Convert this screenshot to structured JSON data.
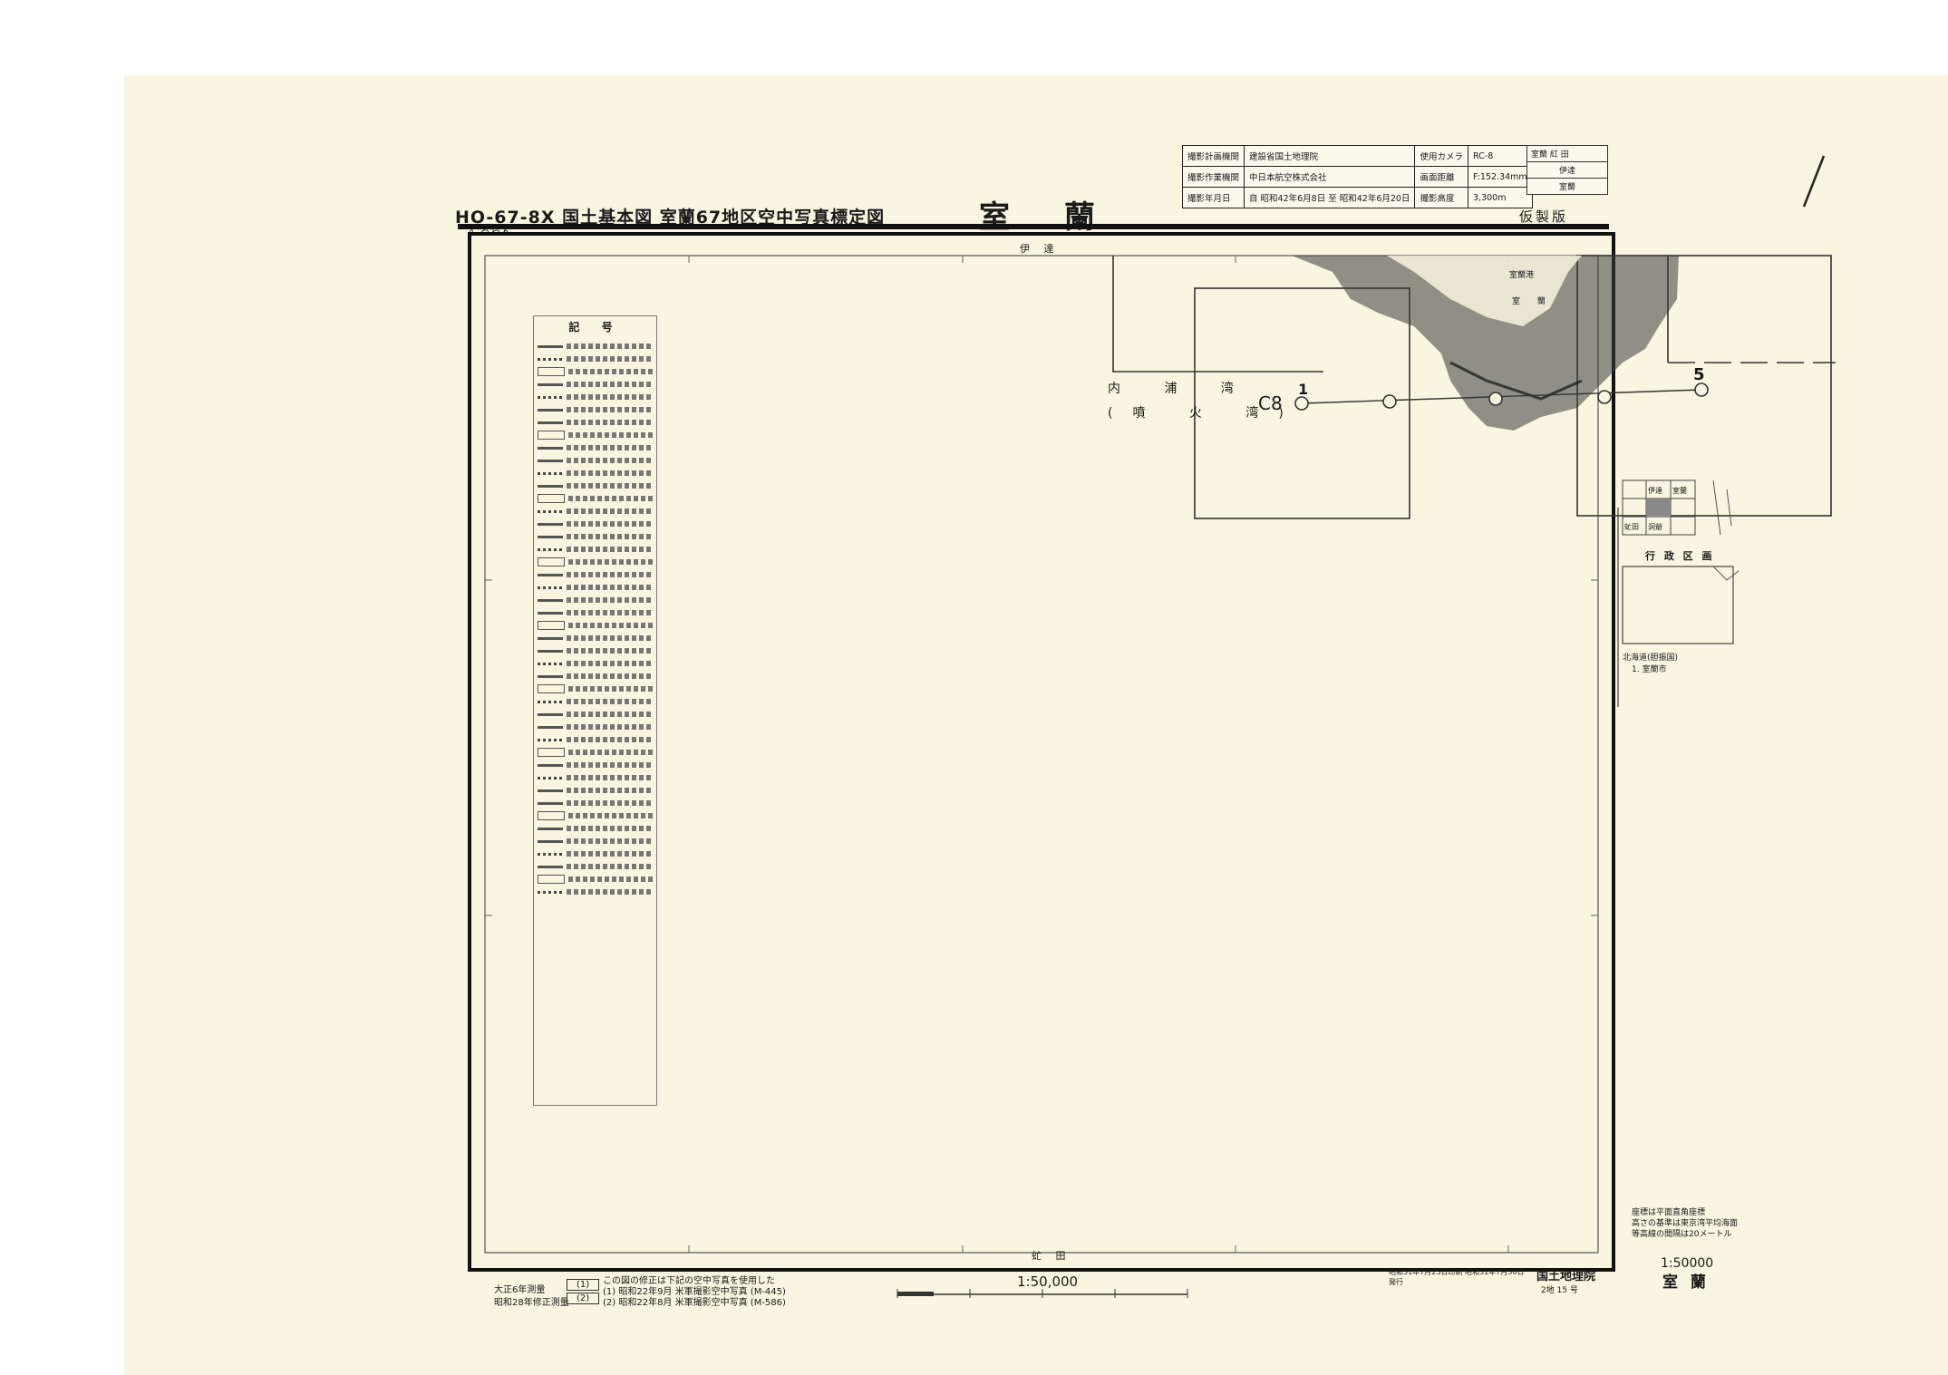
{
  "header": {
    "code_title": "HO-67-8X 国土基本図 室蘭67地区空中写真標定図",
    "kana": "むろらん",
    "place_name": "室 蘭",
    "edition": "仮製版"
  },
  "info_table": {
    "rows": [
      [
        "撮影計画機関",
        "建設省国土地理院",
        "使用カメラ",
        "RC-8"
      ],
      [
        "撮影作業機関",
        "中日本航空株式会社",
        "画面距離",
        "F:152.34mm"
      ],
      [
        "撮影年月日",
        "自 昭和42年6月8日 至 昭和42年6月20日",
        "撮影高度",
        "3,300m"
      ]
    ]
  },
  "top_right_index": {
    "rows": [
      "室蘭 紅 田",
      "伊達",
      "室蘭"
    ]
  },
  "map": {
    "top_label": "伊 達",
    "bottom_label": "虻 田",
    "sea_label": "内 浦 湾",
    "sea_label_sub": "(噴 火 湾)",
    "course_label": "C8",
    "photo_first": "1",
    "photo_last": "5",
    "coast_label": "室蘭港",
    "town_label": "室 蘭"
  },
  "legend": {
    "title": "記 号"
  },
  "adjacent_index": {
    "cells": [
      "伊達",
      "室蘭",
      "虻田",
      "洞爺"
    ]
  },
  "admin_index": {
    "title": "行 政 区 画",
    "note1": "北海道(胆振国)",
    "note2": "1. 室蘭市"
  },
  "notes_right": [
    "座標は平面直角座標",
    "高さの基準は東京湾平均海面",
    "等高線の間隔は20メートル"
  ],
  "footer": {
    "survey_title": "大正6年測量",
    "revision": "昭和28年修正測量",
    "box1": "(1)",
    "box2": "(2)",
    "revision_note": "この図の修正は下記の空中写真を使用した",
    "photo1": "(1) 昭和22年9月 米軍撮影空中写真 (M-445)",
    "photo2": "(2) 昭和22年8月 米軍撮影空中写真 (M-586)",
    "scale": "1:50,000",
    "publisher": "国土地理院",
    "publish_note": "昭和31年7月25日印刷 昭和31年7月30日発行",
    "sheet_no": "2地 15 号",
    "scale_right": "1:50000",
    "place_right": "室 蘭"
  }
}
